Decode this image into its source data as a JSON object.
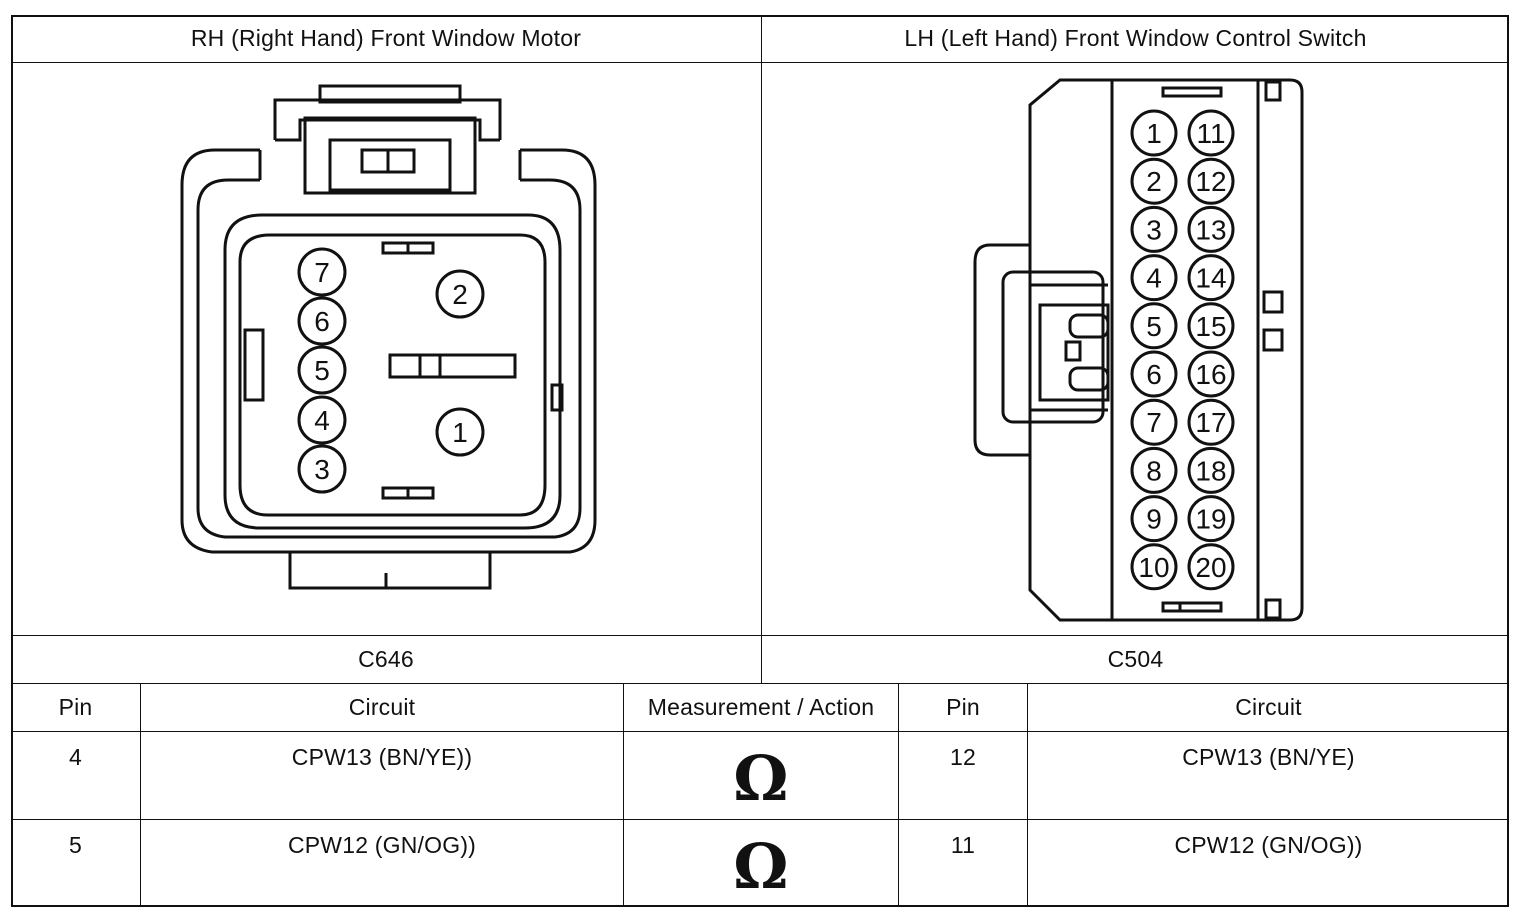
{
  "headers": {
    "left": "RH (Right Hand) Front Window Motor",
    "right": "LH (Left Hand) Front Window Control Switch"
  },
  "connectors": {
    "left": {
      "id": "C646",
      "pins": [
        "7",
        "6",
        "5",
        "4",
        "3",
        "2",
        "1"
      ]
    },
    "right": {
      "id": "C504",
      "pins_col1": [
        "1",
        "2",
        "3",
        "4",
        "5",
        "6",
        "7",
        "8",
        "9",
        "10"
      ],
      "pins_col2": [
        "11",
        "12",
        "13",
        "14",
        "15",
        "16",
        "17",
        "18",
        "19",
        "20"
      ]
    }
  },
  "table": {
    "columns": [
      "Pin",
      "Circuit",
      "Measurement / Action",
      "Pin",
      "Circuit"
    ],
    "rows": [
      {
        "pin_a": "4",
        "circuit_a": "CPW13 (BN/YE))",
        "action": "Ω",
        "pin_b": "12",
        "circuit_b": "CPW13 (BN/YE)"
      },
      {
        "pin_a": "5",
        "circuit_a": "CPW12 (GN/OG))",
        "action": "Ω",
        "pin_b": "11",
        "circuit_b": "CPW12 (GN/OG))"
      }
    ]
  }
}
